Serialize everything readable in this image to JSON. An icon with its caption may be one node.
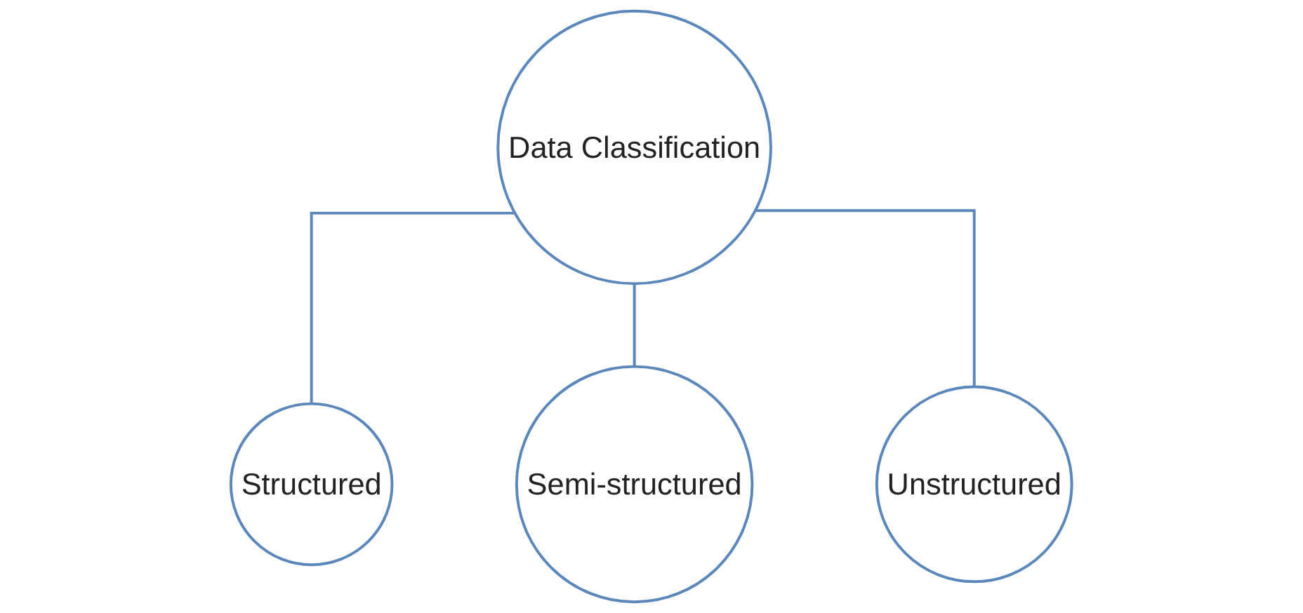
{
  "diagram": {
    "nodes": [
      {
        "text": [
          "Data Classification"
        ]
      },
      {
        "text": [
          "Structured"
        ]
      },
      {
        "text": [
          "Semi-structured"
        ]
      },
      {
        "text": [
          "Unstructured"
        ]
      }
    ],
    "edges": [
      {
        "from": 0,
        "to": 1,
        "arrow": "none"
      },
      {
        "from": 0,
        "to": 2,
        "arrow": "none"
      },
      {
        "from": 0,
        "to": 3,
        "arrow": "none"
      }
    ]
  }
}
